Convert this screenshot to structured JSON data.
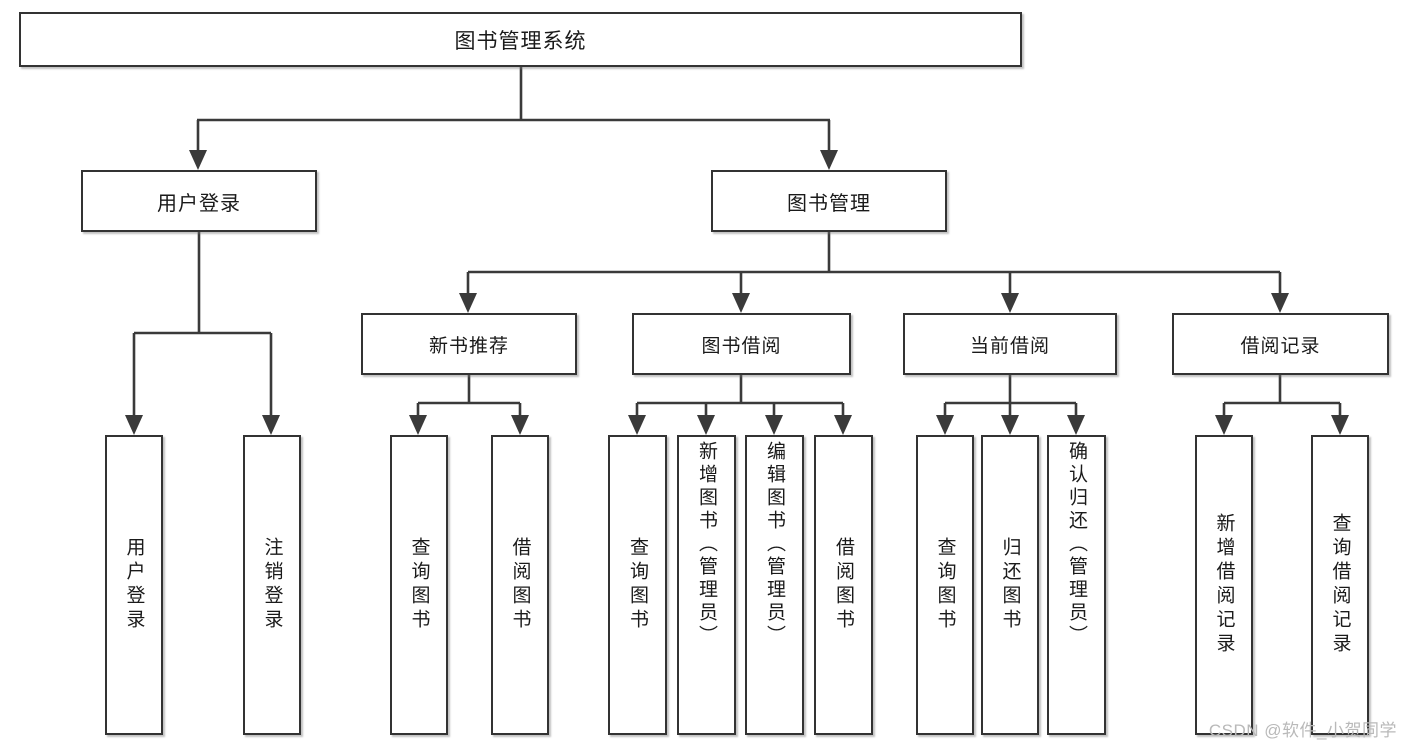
{
  "diagram": {
    "title": "图书管理系统",
    "type": "tree-hierarchy",
    "watermark": "CSDN @软件_小贺同学",
    "colors": {
      "box_border": "#333333",
      "edge": "#3a3a3a",
      "background": "#ffffff",
      "watermark": "#b9b9b9"
    }
  },
  "root": {
    "label": "图书管理系统"
  },
  "level1": [
    {
      "label": "用户登录"
    },
    {
      "label": "图书管理"
    }
  ],
  "level2": [
    {
      "label": "新书推荐"
    },
    {
      "label": "图书借阅"
    },
    {
      "label": "当前借阅"
    },
    {
      "label": "借阅记录"
    }
  ],
  "leaves": {
    "user_login": [
      {
        "label": "用户登录"
      },
      {
        "label": "注销登录"
      }
    ],
    "new_book_recommend": [
      {
        "label": "查询图书"
      },
      {
        "label": "借阅图书"
      }
    ],
    "book_borrow": [
      {
        "label": "查询图书"
      },
      {
        "label": "新增图书（管理员）"
      },
      {
        "label": "编辑图书（管理员）"
      },
      {
        "label": "借阅图书"
      }
    ],
    "current_borrow": [
      {
        "label": "查询图书"
      },
      {
        "label": "归还图书"
      },
      {
        "label": "确认归还（管理员）"
      }
    ],
    "borrow_record": [
      {
        "label": "新增借阅记录"
      },
      {
        "label": "查询借阅记录"
      }
    ]
  }
}
